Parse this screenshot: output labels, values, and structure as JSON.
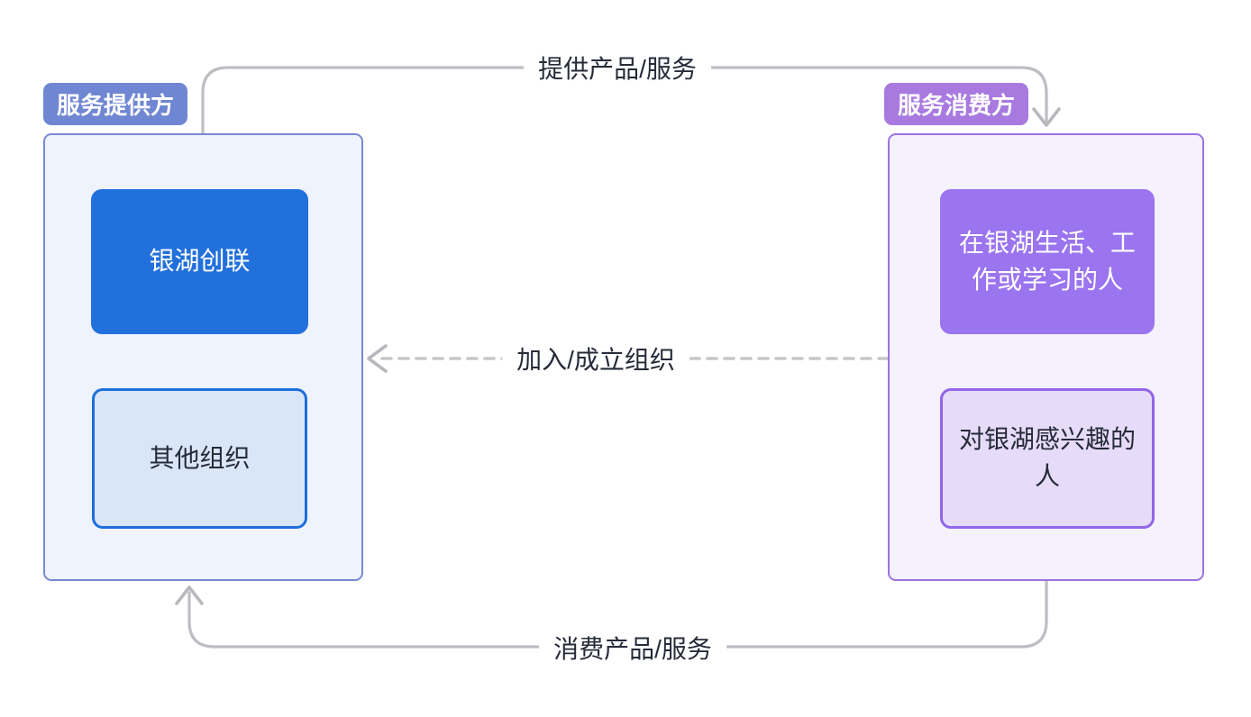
{
  "colors": {
    "provider-badge-bg": "#6f86d2",
    "provider-container-bg": "#eff3fc",
    "provider-container-border": "#7689d1",
    "provider-node-solid-bg": "#2270dc",
    "provider-node-outline-bg": "#d8e6f8",
    "provider-node-outline-border": "#1e6edb",
    "consumer-badge-bg": "#a87ae0",
    "consumer-container-bg": "#f5f1fd",
    "consumer-container-border": "#9c72e3",
    "consumer-node-solid-bg": "#9b74ef",
    "consumer-node-outline-bg": "#e6dbf9",
    "consumer-node-outline-border": "#9166e8",
    "edge-line": "#bcbec3",
    "edge-dashed": "#c5c7cb",
    "label-text": "#262b39",
    "canvas-bg": "#ffffff"
  },
  "provider": {
    "badge": "服务提供方",
    "nodes": [
      {
        "label": "银湖创联"
      },
      {
        "label": "其他组织"
      }
    ]
  },
  "consumer": {
    "badge": "服务消费方",
    "nodes": [
      {
        "label": "在银湖生活、工\n作或学习的人"
      },
      {
        "label": "对银湖感兴趣的\n人"
      }
    ]
  },
  "edges": {
    "provide": {
      "label": "提供产品/服务"
    },
    "join": {
      "label": "加入/成立组织"
    },
    "consume": {
      "label": "消费产品/服务"
    }
  }
}
